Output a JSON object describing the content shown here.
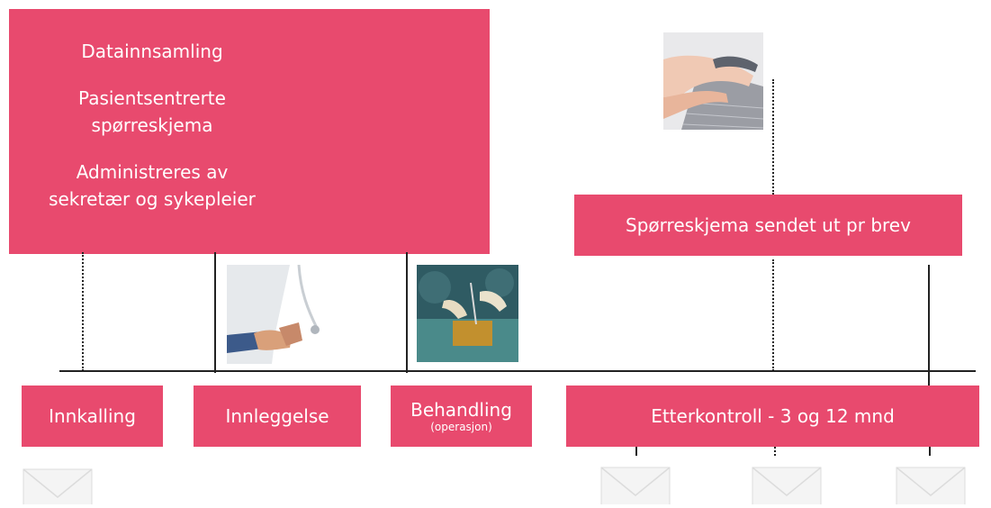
{
  "data_collection": {
    "title": "Datainnsamling",
    "line1": "Pasientsentrerte",
    "line2": "spørreskjema",
    "line3": "Administreres av",
    "line4": "sekretær og sykepleier"
  },
  "survey_box": {
    "label": "Spørreskjema sendet ut pr brev"
  },
  "stages": [
    {
      "label": "Innkalling"
    },
    {
      "label": "Innleggelse"
    },
    {
      "label": "Behandling",
      "sub": "(operasjon)"
    },
    {
      "label": "Etterkontroll - 3 og 12 mnd"
    }
  ],
  "icons": {
    "keyboard_photo": "hands-typing-keyboard-photo",
    "handshake_photo": "doctor-handshake-photo",
    "surgery_photo": "surgery-photo",
    "envelope": "envelope-icon"
  },
  "colors": {
    "accent": "#e84a6e",
    "line": "#222222"
  }
}
